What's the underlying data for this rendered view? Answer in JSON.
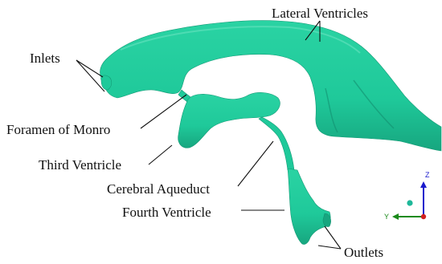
{
  "labels": {
    "lateral_ventricles": "Lateral Ventricles",
    "inlets": "Inlets",
    "foramen_of_monro": "Foramen of Monro",
    "third_ventricle": "Third Ventricle",
    "cerebral_aqueduct": "Cerebral Aqueduct",
    "fourth_ventricle": "Fourth Ventricle",
    "outlets": "Outlets"
  },
  "axes_triad": {
    "z_label": "Z",
    "y_label": "Y",
    "z_color": "#1a1acc",
    "y_color": "#1a8a1a",
    "x_color": "#d02020",
    "origin_ball_color": "#1fb89a"
  },
  "colors": {
    "ventricle_fill": "#1fc99a",
    "ventricle_shade": "#17a57f",
    "ventricle_highlight": "#6fe6c4"
  }
}
